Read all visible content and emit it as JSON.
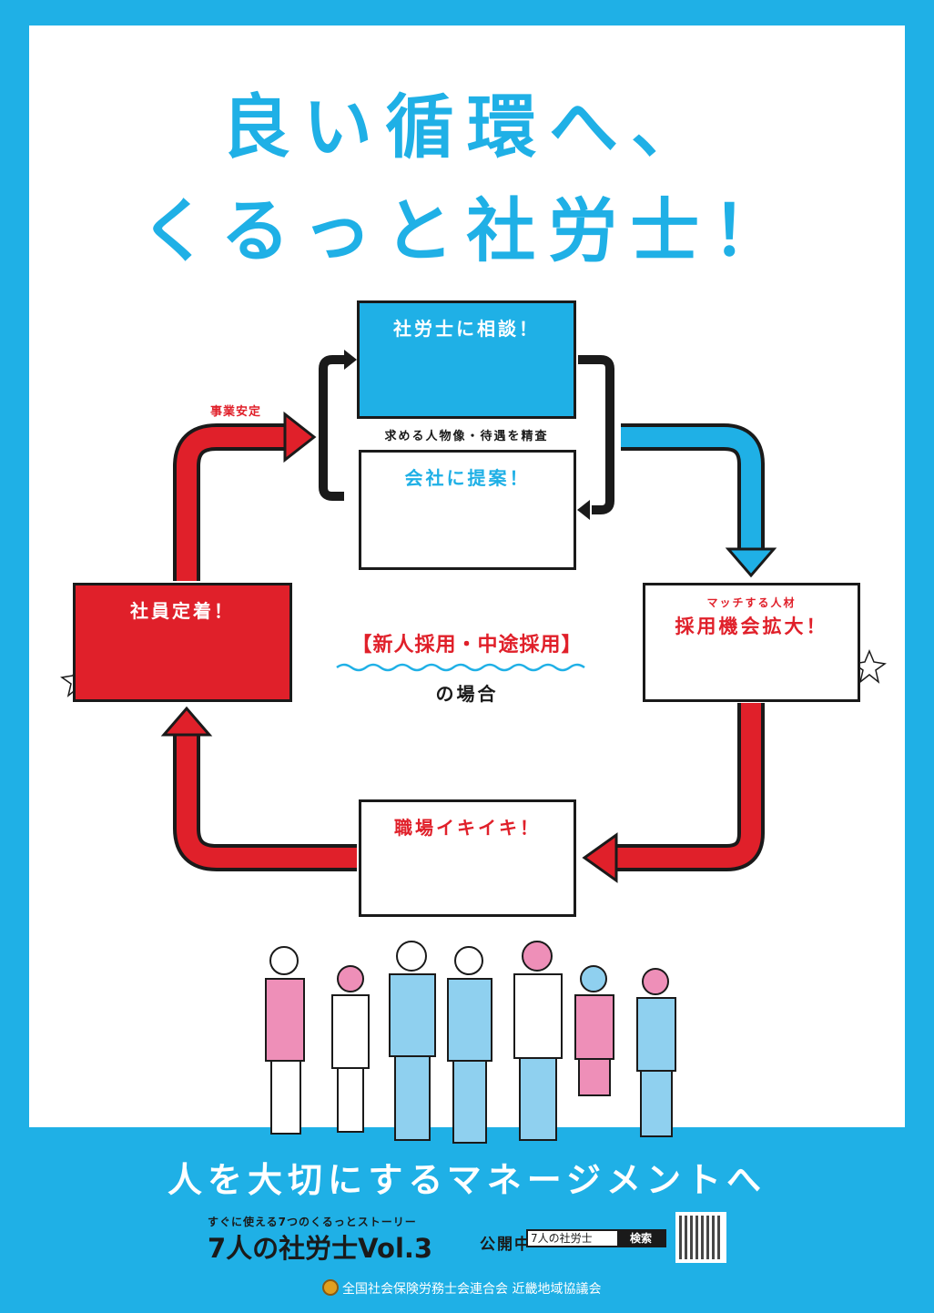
{
  "title": {
    "line1": "良い循環へ、",
    "line2": "くるっと社労士！"
  },
  "cycle": {
    "consult": "社労士に相談！",
    "review_caption": "求める人物像・待遇を精査",
    "propose": "会社に提案！",
    "hiring_sub": "マッチする人材",
    "hiring": "採用機会拡大！",
    "workplace": "職場イキイキ！",
    "retention": "社員定着！",
    "stability": "事業安定"
  },
  "center": {
    "case": "【新人採用・中途採用】",
    "suffix": "の場合"
  },
  "colors": {
    "cyan": "#1fb0e6",
    "red": "#e0202a",
    "black": "#1a1a1a",
    "pink": "#ee8fb8"
  },
  "footer": {
    "tagline": "人を大切にするマネージメントへ",
    "series_sub": "すぐに使える7つのくるっとストーリー",
    "series_title": "7人の社労士Vol.3",
    "status": "公開中",
    "search_term": "7人の社労士",
    "search_button": "検索",
    "organization": "全国社会保険労務士会連合会 近畿地域協議会"
  }
}
